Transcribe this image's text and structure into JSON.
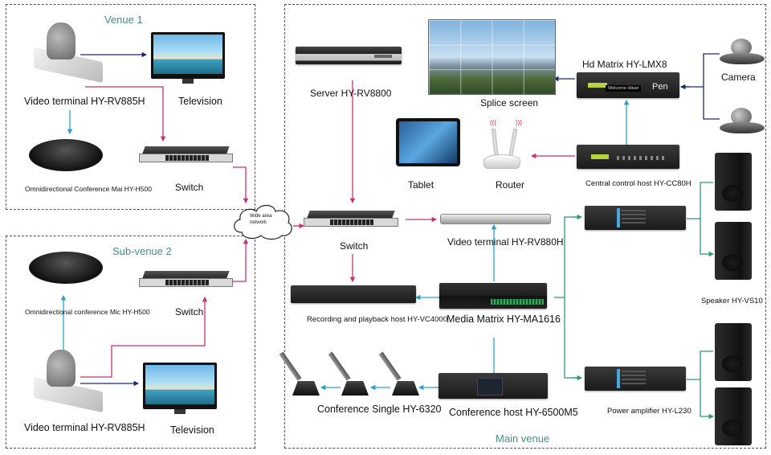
{
  "zones": {
    "venue1": "Venue 1",
    "subvenue2": "Sub-venue 2",
    "main": "Main venue"
  },
  "venue1": {
    "video_terminal": "Video terminal HY-RV885H",
    "television": "Television",
    "mic": "Omnidirectional Conference Mai HY-H500",
    "switch": "Switch"
  },
  "subvenue2": {
    "mic": "Omnidirectional conference Mic HY-H500",
    "switch": "Switch",
    "video_terminal": "Video terminal HY-RV885H",
    "television": "Television"
  },
  "wan": {
    "line1": "Wide area",
    "line2": "network"
  },
  "main": {
    "server": "Server HY-RV8800",
    "splice_screen": "Splice screen",
    "hd_matrix": "Hd Matrix HY-LMX8",
    "hd_matrix_screen_text": "Welcome Hikari",
    "hd_matrix_pen": "Pen",
    "camera": "Camera",
    "tablet": "Tablet",
    "router": "Router",
    "central_control": "Central control host HY-CC80H",
    "switch": "Switch",
    "video_terminal": "Video terminal HY-RV880H",
    "recording_host": "Recording and playback host HY-VC4000",
    "media_matrix": "Media Matrix HY-MA1616",
    "conference_single": "Conference Single HY-6320",
    "conference_host": "Conference host HY-6500M5",
    "speaker": "Speaker HY-VS10",
    "power_amp": "Power amplifier HY-L230"
  },
  "colors": {
    "network_link": "#c8317a",
    "audio_link": "#2aa0c8",
    "video_link": "#1c2a6e",
    "speaker_link": "#2e9a6e",
    "zone_title": "#4a8a8a"
  }
}
